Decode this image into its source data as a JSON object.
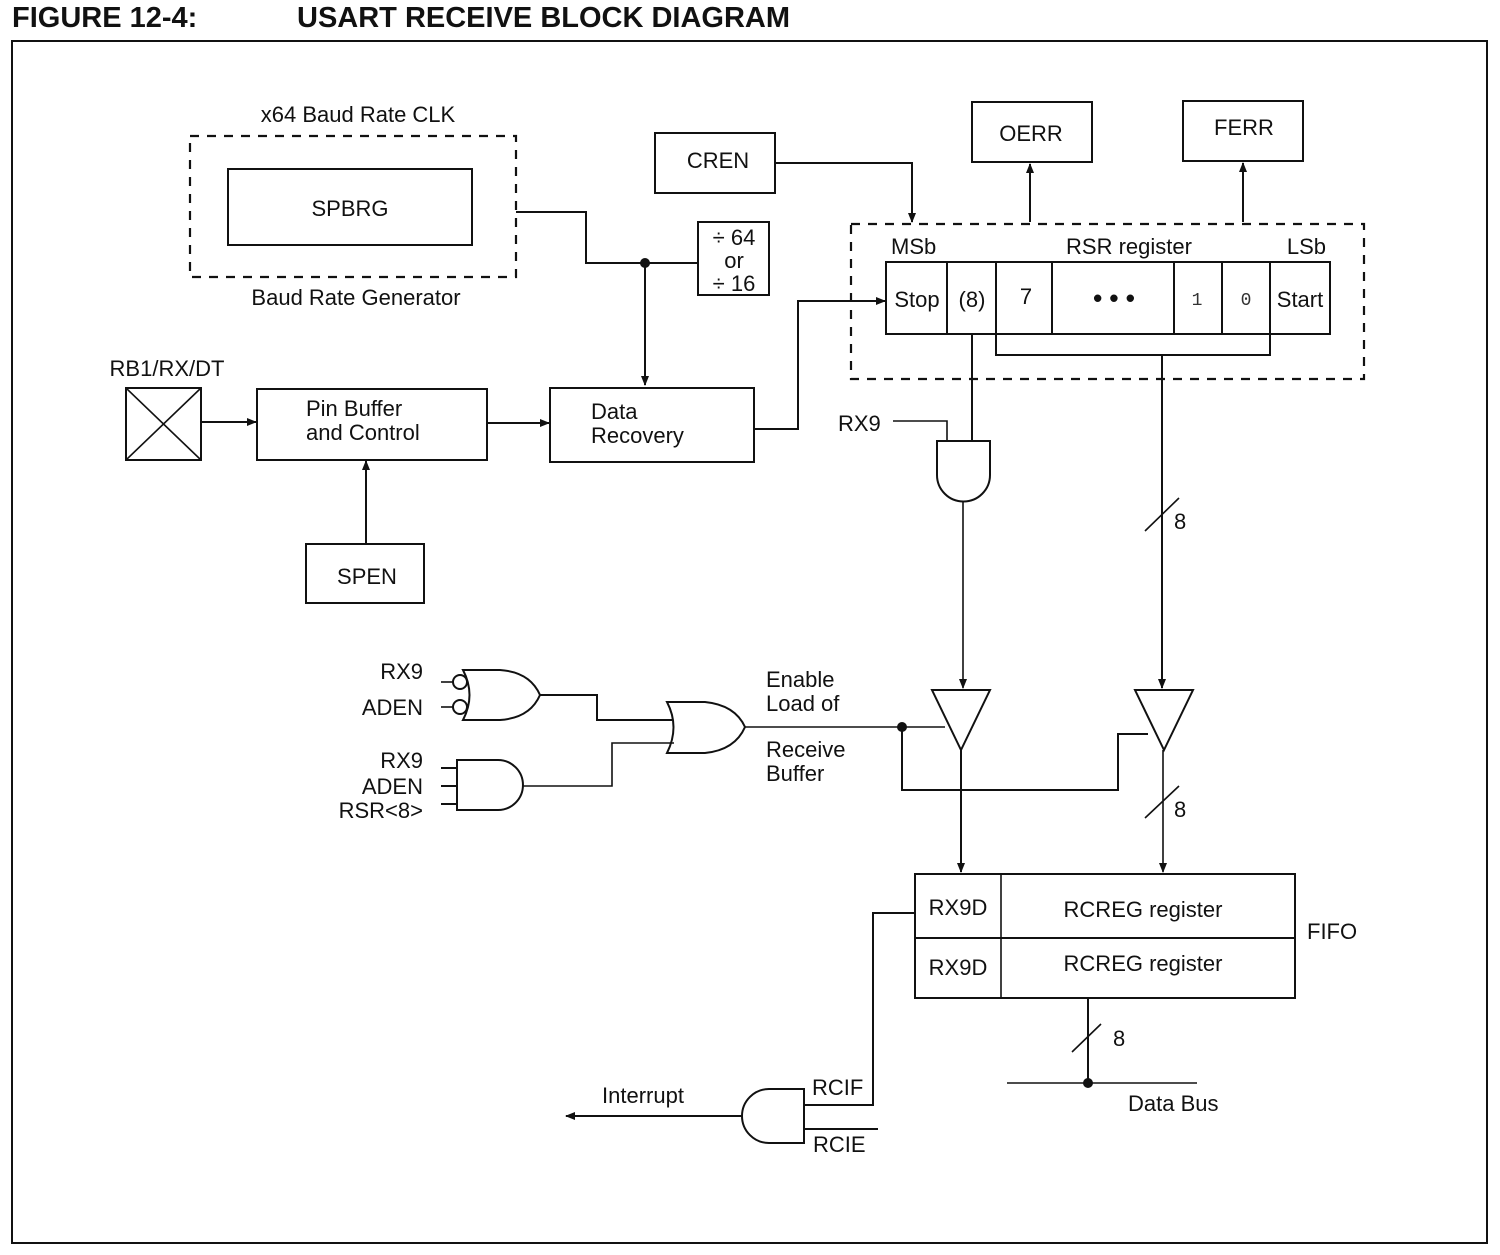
{
  "figure": {
    "number": "FIGURE 12-4:",
    "title": "USART RECEIVE BLOCK DIAGRAM"
  },
  "baud_rate": {
    "clk_label": "x64 Baud Rate CLK",
    "register": "SPBRG",
    "group_label": "Baud Rate Generator",
    "divider_lines": [
      "÷ 64",
      "or",
      "÷ 16"
    ]
  },
  "control_bits": {
    "cren": "CREN",
    "oerr": "OERR",
    "ferr": "FERR",
    "spen": "SPEN"
  },
  "rsr": {
    "msb_label": "MSb",
    "title": "RSR register",
    "lsb_label": "LSb",
    "cells": [
      "Stop",
      "(8)",
      "7",
      "• • •",
      "1",
      "0",
      "Start"
    ]
  },
  "input_path": {
    "pin_label": "RB1/RX/DT",
    "pin_buffer_lines": [
      "Pin Buffer",
      "and Control"
    ],
    "data_recovery_lines": [
      "Data",
      "Recovery"
    ]
  },
  "logic": {
    "rx9_and_input": "RX9",
    "or_inputs": [
      "RX9",
      "ADEN"
    ],
    "and_inputs": [
      "RX9",
      "ADEN",
      "RSR<8>"
    ],
    "enable_label_lines": [
      "Enable",
      "Load of",
      "Receive",
      "Buffer"
    ]
  },
  "bus_widths": {
    "rsr_to_buffer": "8",
    "buffer_to_fifo": "8",
    "fifo_to_databus": "8"
  },
  "fifo": {
    "label": "FIFO",
    "rows": [
      {
        "bit9": "RX9D",
        "reg": "RCREG register"
      },
      {
        "bit9": "RX9D",
        "reg": "RCREG register"
      }
    ]
  },
  "interrupt": {
    "output_label": "Interrupt",
    "inputs": [
      "RCIF",
      "RCIE"
    ]
  },
  "data_bus": {
    "label": "Data Bus"
  }
}
